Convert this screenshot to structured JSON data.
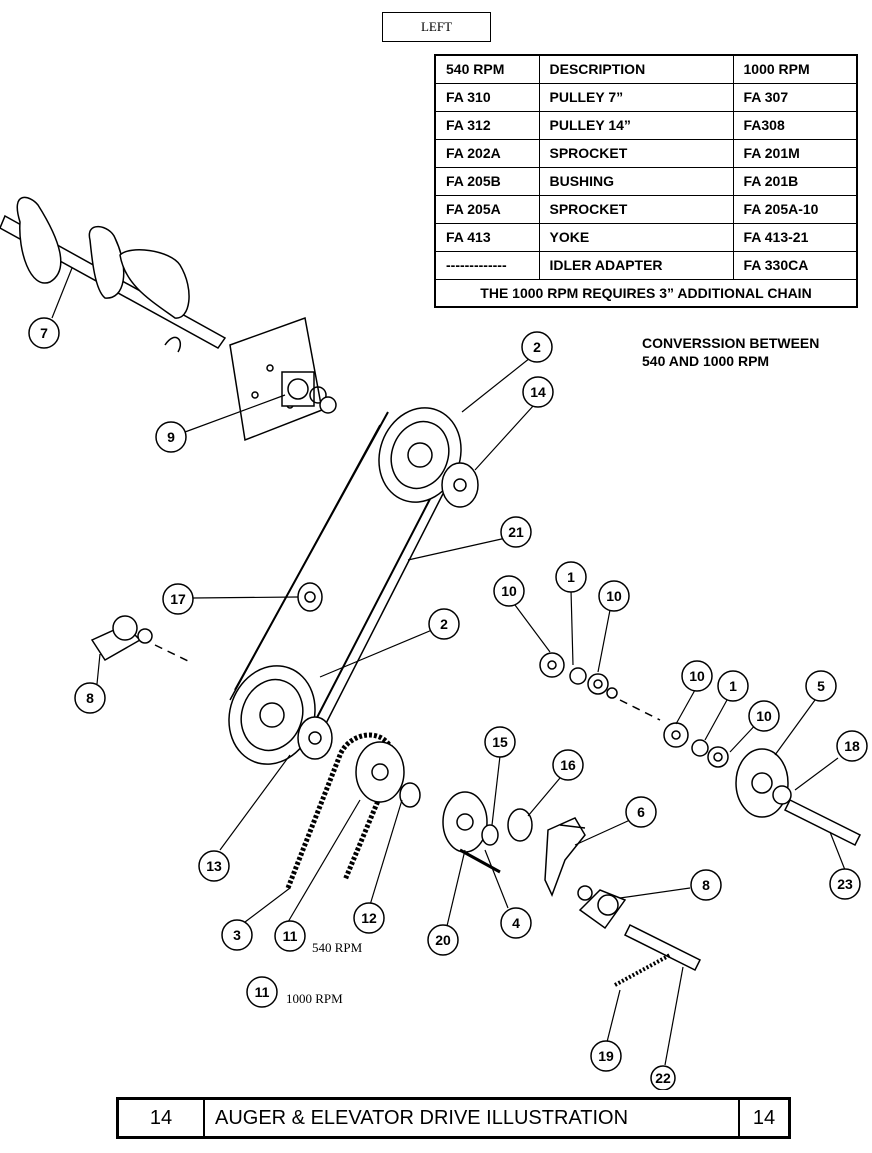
{
  "header_label": "LEFT",
  "parts_table": {
    "headers": [
      "540 RPM",
      "DESCRIPTION",
      "1000 RPM"
    ],
    "rows": [
      [
        "FA 310",
        "PULLEY 7”",
        "FA 307"
      ],
      [
        "FA 312",
        "PULLEY 14”",
        "FA308"
      ],
      [
        "FA 202A",
        "SPROCKET",
        "FA 201M"
      ],
      [
        "FA 205B",
        "BUSHING",
        "FA 201B"
      ],
      [
        "FA 205A",
        "SPROCKET",
        "FA 205A-10"
      ],
      [
        "FA 413",
        "YOKE",
        "FA 413-21"
      ],
      [
        "-------------",
        "IDLER  ADAPTER",
        "FA 330CA"
      ]
    ],
    "note": "THE 1000 RPM REQUIRES 3” ADDITIONAL CHAIN"
  },
  "conversion_note": [
    "CONVERSSION BETWEEN",
    "540 AND 1000 RPM"
  ],
  "callouts": [
    "7",
    "9",
    "2",
    "14",
    "21",
    "17",
    "2",
    "8",
    "10",
    "1",
    "10",
    "10",
    "1",
    "10",
    "5",
    "18",
    "13",
    "15",
    "16",
    "6",
    "8",
    "23",
    "3",
    "11",
    "12",
    "20",
    "4",
    "11",
    "19",
    "22"
  ],
  "rpm_labels": [
    "540 RPM",
    "1000 RPM"
  ],
  "footer": {
    "page_left": "14",
    "title": "AUGER & ELEVATOR DRIVE ILLUSTRATION",
    "page_right": "14"
  }
}
